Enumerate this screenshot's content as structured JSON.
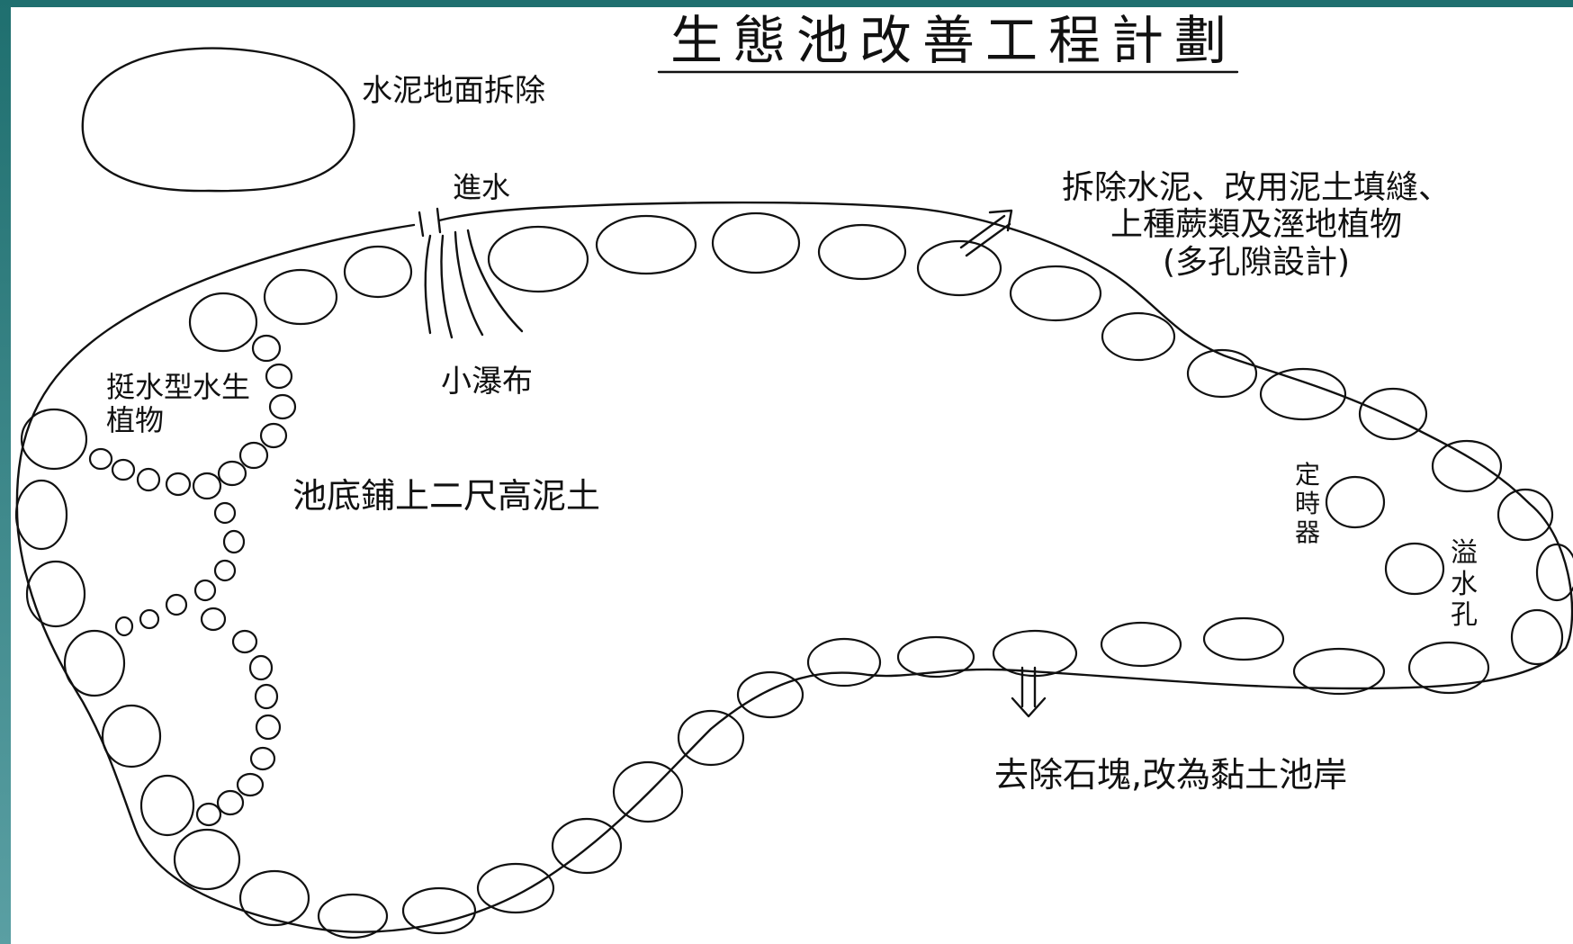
{
  "title": "生態池改善工程計劃",
  "labels": {
    "cement_removal": "水泥地面拆除",
    "water_inlet": "進水",
    "small_waterfall": "小瀑布",
    "remove_cement_line1": "拆除水泥、改用泥土填縫、",
    "remove_cement_line2": "上種蕨類及溼地植物",
    "remove_cement_line3": "(多孔隙設計)",
    "emergent_plants": "挺水型水生植物",
    "pond_bottom": "池底鋪上二尺高泥土",
    "timer": "定時器",
    "overflow": "溢水孔",
    "remove_stones": "去除石塊,改為黏土池岸"
  },
  "colors": {
    "ink": "#111111",
    "paper": "#ffffff",
    "frame": "#1f6f6f"
  }
}
